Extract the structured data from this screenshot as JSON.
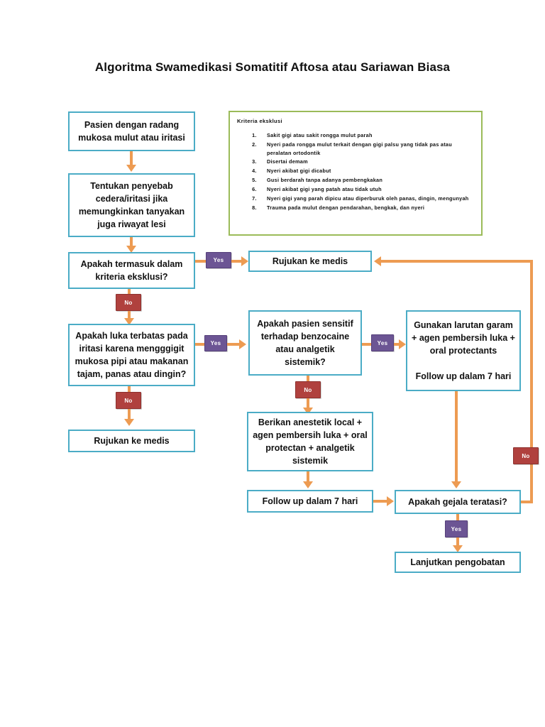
{
  "title": "Algoritma Swamedikasi Somatitif Aftosa atau Sariawan Biasa",
  "criteria": {
    "heading": "Kriteria eksklusi",
    "items": [
      "Sakit gigi atau sakit rongga mulut parah",
      "Nyeri pada rongga mulut terkait dengan gigi palsu yang tidak pas atau peralatan ortodontik",
      "Disertai demam",
      "Nyeri akibat gigi dicabut",
      "Gusi berdarah tanpa adanya pembengkakan",
      "Nyeri akibat gigi yang patah atau tidak utuh",
      "Nyeri gigi yang parah dipicu atau diperburuk oleh panas, dingin, mengunyah",
      "Trauma pada mulut dengan pendarahan, bengkak, dan nyeri"
    ]
  },
  "nodes": {
    "start": "Pasien dengan radang mukosa mulut atau iritasi",
    "determine_cause": "Tentukan penyebab cedera/iritasi jika memungkinkan tanyakan juga riwayat lesi",
    "exclusion_check": "Apakah termasuk dalam kriteria eksklusi?",
    "referral_top": "Rujukan ke medis",
    "limited_injury_check": "Apakah luka terbatas pada iritasi karena mengggigit mukosa pipi atau makanan tajam, panas atau dingin?",
    "referral_bottom": "Rujukan ke medis",
    "sensitivity_check": "Apakah pasien sensitif terhadap benzocaine atau analgetik sistemik?",
    "salt_solution": "Gunakan larutan garam + agen pembersih luka + oral protectants",
    "salt_solution_followup": "Follow up dalam 7 hari",
    "anesthetic": "Berikan anestetik local + agen pembersih luka + oral protectan + analgetik sistemik",
    "followup": "Follow up dalam 7 hari",
    "symptoms_check": "Apakah gejala teratasi?",
    "continue_treatment": "Lanjutkan pengobatan"
  },
  "labels": {
    "yes": "Yes",
    "no": "No"
  },
  "colors": {
    "box_border": "#4BACC6",
    "criteria_border": "#9BBB59",
    "connector": "#ED9B52",
    "yes_badge": "#6C5594",
    "no_badge": "#B0413E"
  }
}
